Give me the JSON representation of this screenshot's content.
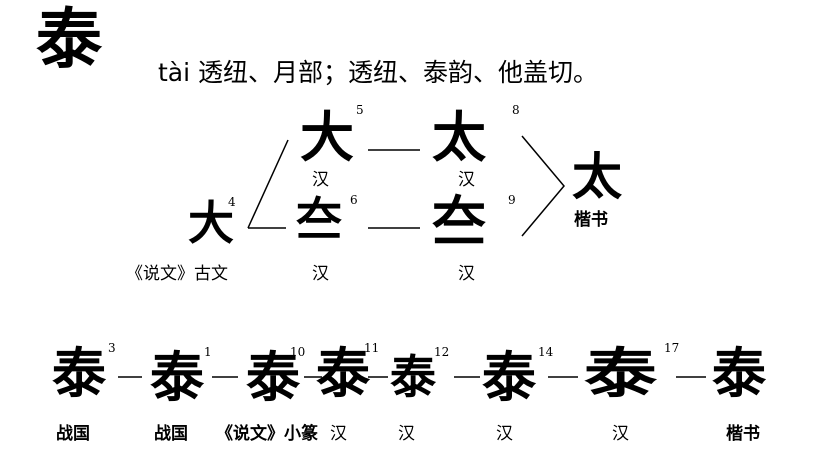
{
  "head": {
    "char": "泰",
    "pronunciation": "tài 透纽、月部；透纽、泰韵、他盖切。"
  },
  "evolution_upper": {
    "source_glyph": {
      "char": "大",
      "num": "4",
      "label": "《说文》古文"
    },
    "row1": [
      {
        "char": "大",
        "num": "5",
        "label": "汉"
      },
      {
        "char": "太",
        "num": "8",
        "label": "汉"
      }
    ],
    "row2": [
      {
        "char": "夳",
        "num": "6",
        "label": "汉"
      },
      {
        "char": "夳",
        "num": "9",
        "label": "汉"
      }
    ],
    "result": {
      "char": "太",
      "label": "楷书"
    }
  },
  "evolution_lower": [
    {
      "char": "泰",
      "num": "3",
      "label": "战国"
    },
    {
      "char": "泰",
      "num": "1",
      "label": "战国"
    },
    {
      "char": "泰",
      "num": "10",
      "label": "《说文》小篆"
    },
    {
      "char": "泰",
      "num": "11",
      "label": "汉"
    },
    {
      "char": "泰",
      "num": "12",
      "label": "汉"
    },
    {
      "char": "泰",
      "num": "14",
      "label": "汉"
    },
    {
      "char": "泰",
      "num": "17",
      "label": "汉"
    },
    {
      "char": "泰",
      "num": "",
      "label": "楷书"
    }
  ]
}
